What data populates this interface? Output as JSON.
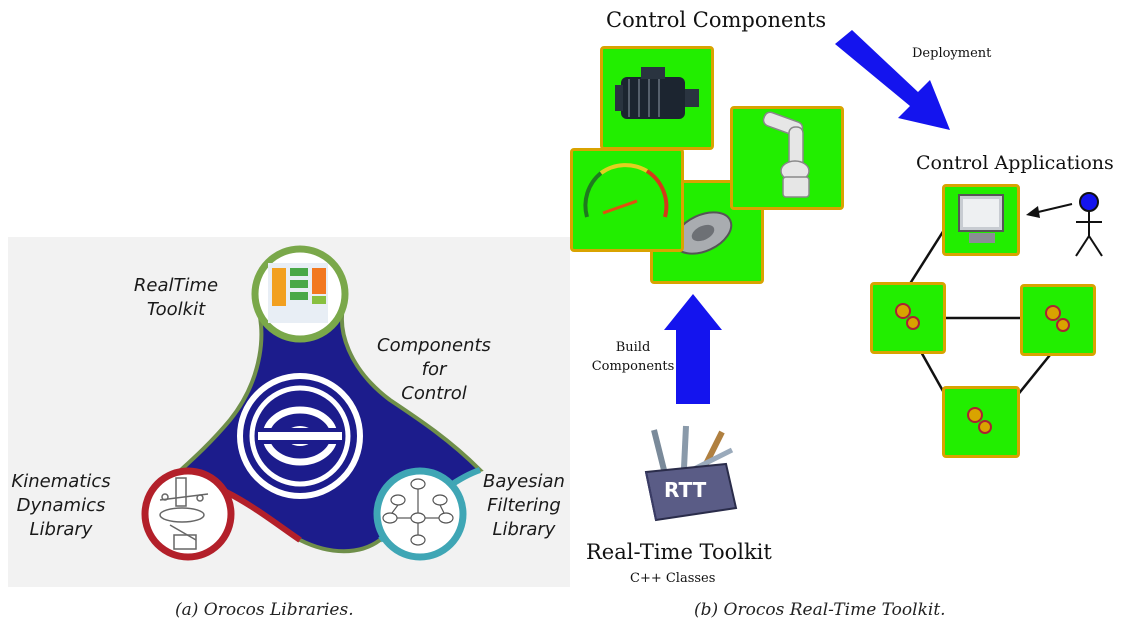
{
  "panel_a": {
    "labels": {
      "realtime_toolkit": "RealTime\nToolkit",
      "components_for_control": "Components\nfor\nControl",
      "kinematics": "Kinematics\nDynamics\nLibrary",
      "bayesian": "Bayesian\nFiltering\nLibrary"
    },
    "caption": "(a) Orocos Libraries."
  },
  "panel_b": {
    "control_components": "Control Components",
    "deployment": "Deployment",
    "control_applications": "Control Applications",
    "build_components": "Build\nComponents",
    "rtt_badge": "RTT",
    "real_time_toolkit": "Real-Time Toolkit",
    "cpp_classes": "C++ Classes",
    "caption": "(b) Orocos Real-Time Toolkit."
  },
  "colors": {
    "tri_fill": "#1c1c8c",
    "green_ring": "#7aa84a",
    "red_ring": "#b3202a",
    "teal_ring": "#3fa6b5",
    "box_green": "#22ee00",
    "box_border": "#d9a300",
    "arrow_blue": "#1414ee"
  }
}
